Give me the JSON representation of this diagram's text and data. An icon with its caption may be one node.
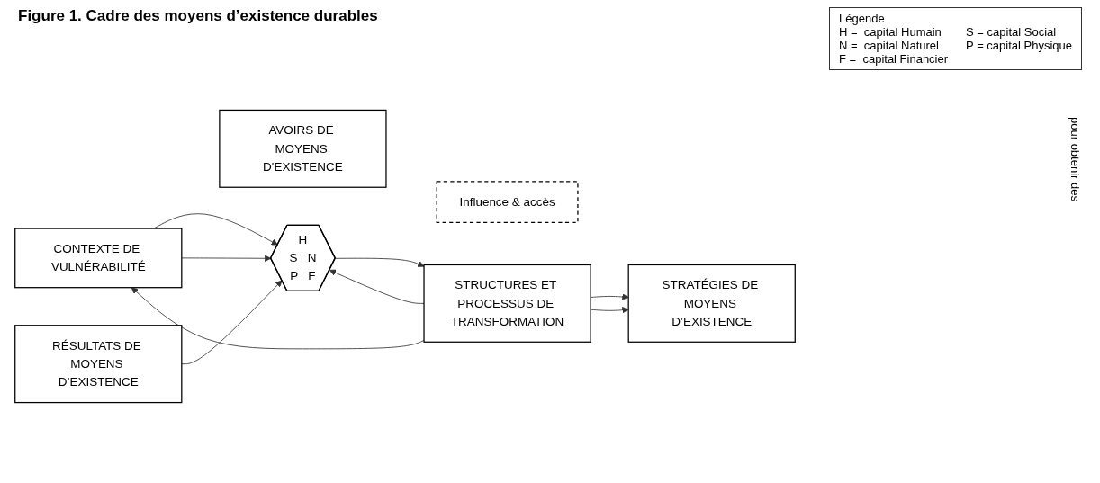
{
  "diagram": {
    "title": "Figure 1. Cadre des moyens d’existence durables",
    "nodes": [
      {
        "text": [
          "CONTEXTE DE VULNÉRABILITÉ"
        ]
      },
      {
        "text": [
          "AVOIRS DE MOYENS D'EXISTENCE"
        ]
      },
      {
        "text": [
          "H",
          "S",
          "N",
          "P",
          "F"
        ]
      },
      {
        "text": [
          "Influence & accès"
        ]
      },
      {
        "text": [
          "STRUCTURES ET PROCESSUS DE TRANSFORMATION"
        ]
      },
      {
        "text": [
          "STRATÉGIES DE MOYENS D’EXISTENCE"
        ]
      },
      {
        "text": [
          "RÉSULTATS DE MOYENS D’EXISTENCE"
        ]
      }
    ],
    "edges": [
      {
        "from": 4,
        "to": 0,
        "arrow": "to"
      },
      {
        "from": 0,
        "to": 2,
        "arrow": "to"
      },
      {
        "from": 0,
        "to": 2,
        "arrow": "to"
      },
      {
        "from": 2,
        "to": 4,
        "arrow": "to"
      },
      {
        "from": 4,
        "to": 2,
        "arrow": "to"
      },
      {
        "from": 4,
        "to": 5,
        "arrow": "to"
      },
      {
        "from": 4,
        "to": 5,
        "arrow": "to"
      },
      {
        "from": 6,
        "to": 2,
        "arrow": "to"
      }
    ],
    "labels": [
      "Légende",
      "pour obtenir des"
    ],
    "legend": [
      {
        "text": "H =  capital Humain"
      },
      {
        "text": "S = capital Social"
      },
      {
        "text": "N =  capital Naturel"
      },
      {
        "text": "P = capital Physique"
      },
      {
        "text": "F =  capital Financier"
      }
    ]
  }
}
